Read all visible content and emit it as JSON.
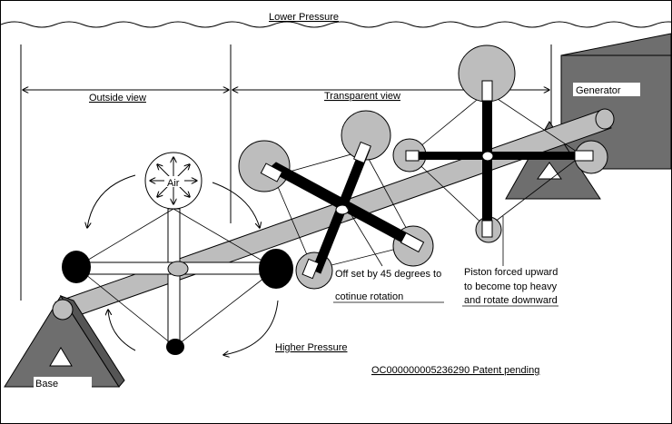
{
  "labels": {
    "lower_pressure": "Lower Pressure",
    "outside_view": "Outside view",
    "transparent_view": "Transparent view",
    "generator": "Generator",
    "air": "Air",
    "offset_line1": "Off set by 45 degrees to",
    "offset_line2": "cotinue rotation",
    "piston_line1": "Piston forced upward",
    "piston_line2": "to become top heavy",
    "piston_line3": "and rotate downward",
    "higher_pressure": "Higher Pressure",
    "patent": "OC000000005236290   Patent pending",
    "base": "Base"
  },
  "colors": {
    "dark_gray": "#6e6e6e",
    "gray": "#a9a9a9",
    "light_gray": "#bdbdbd",
    "black": "#000000",
    "white": "#ffffff"
  }
}
